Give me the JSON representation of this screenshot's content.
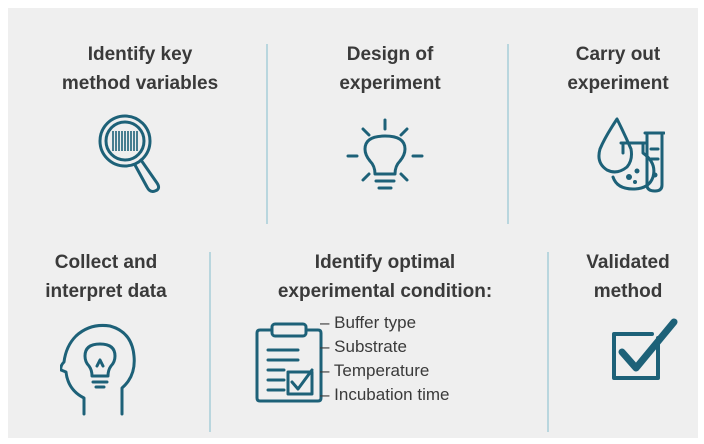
{
  "steps": [
    {
      "line1": "Identify key",
      "line2": "method variables",
      "icon": "magnifier-barcode-icon"
    },
    {
      "line1": "Design of",
      "line2": "experiment",
      "icon": "lightbulb-idea-icon"
    },
    {
      "line1": "Carry out",
      "line2": "experiment",
      "icon": "lab-flask-drop-icon"
    },
    {
      "line1": "Collect and",
      "line2": "interpret data",
      "icon": "head-lightbulb-icon"
    },
    {
      "line1": "Identify optimal",
      "line2": "experimental condition:",
      "icon": "clipboard-checklist-icon",
      "conditions": [
        "– Buffer type",
        "– Substrate",
        "– Temperature",
        "– Incubation time"
      ]
    },
    {
      "line1": "Validated",
      "line2": "method",
      "icon": "checkbox-checked-icon"
    }
  ],
  "colors": {
    "icon": "#1d6178",
    "divider": "#b9d6de",
    "background": "#efefef",
    "text": "#3a3a3a"
  }
}
